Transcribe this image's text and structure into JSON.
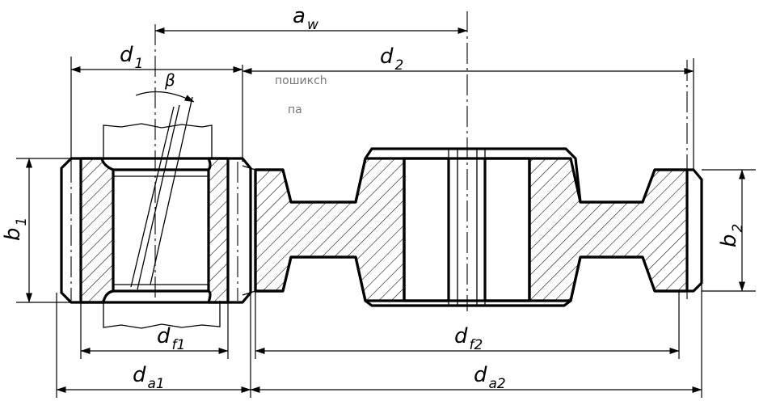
{
  "labels": {
    "aw": {
      "main": "a",
      "sub": "w"
    },
    "d1": {
      "main": "d",
      "sub": "1"
    },
    "d2": {
      "main": "d",
      "sub": "2"
    },
    "beta": "β",
    "b1": {
      "main": "b",
      "sub": "1"
    },
    "b2": {
      "main": "b",
      "sub": "2"
    },
    "df1": {
      "main": "d",
      "sub": "f1"
    },
    "df2": {
      "main": "d",
      "sub": "f2"
    },
    "da1": {
      "main": "d",
      "sub": "a1"
    },
    "da2": {
      "main": "d",
      "sub": "a2"
    }
  },
  "stray_text": [
    "пошиксh",
    "па"
  ],
  "colors": {
    "ink": "#000000",
    "paper": "#ffffff"
  }
}
